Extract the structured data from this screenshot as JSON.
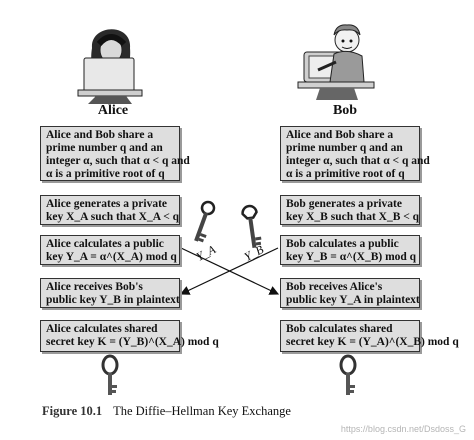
{
  "figure": {
    "caption_label": "Figure 10.1",
    "caption_text": "The Diffie–Hellman Key Exchange",
    "watermark": "https://blog.csdn.net/Dsdoss_G"
  },
  "alice": {
    "name": "Alice",
    "boxes": [
      {
        "lines": [
          "Alice and Bob share a",
          "prime number q and an",
          "integer α, such that α < q and",
          "α is a primitive root of q"
        ]
      },
      {
        "lines": [
          "Alice generates a private",
          "key X_A such that X_A < q"
        ]
      },
      {
        "lines": [
          "Alice calculates a public",
          "key Y_A = α^(X_A) mod q"
        ]
      },
      {
        "lines": [
          "Alice receives Bob's",
          "public key Y_B in plaintext"
        ]
      },
      {
        "lines": [
          "Alice calculates shared",
          "secret key K = (Y_B)^(X_A) mod q"
        ]
      }
    ]
  },
  "bob": {
    "name": "Bob",
    "boxes": [
      {
        "lines": [
          "Alice and Bob share a",
          "prime number q and an",
          "integer α, such that α < q and",
          "α is a primitive root of q"
        ]
      },
      {
        "lines": [
          "Bob generates a private",
          "key X_B such that X_B < q"
        ]
      },
      {
        "lines": [
          "Bob calculates a public",
          "key Y_B = α^(X_B) mod q"
        ]
      },
      {
        "lines": [
          "Bob receives Alice's",
          "public key Y_A in plaintext"
        ]
      },
      {
        "lines": [
          "Bob calculates shared",
          "secret key K = (Y_A)^(X_B) mod q"
        ]
      }
    ]
  },
  "keys": {
    "left_label": "Y_A",
    "right_label": "Y_B"
  }
}
